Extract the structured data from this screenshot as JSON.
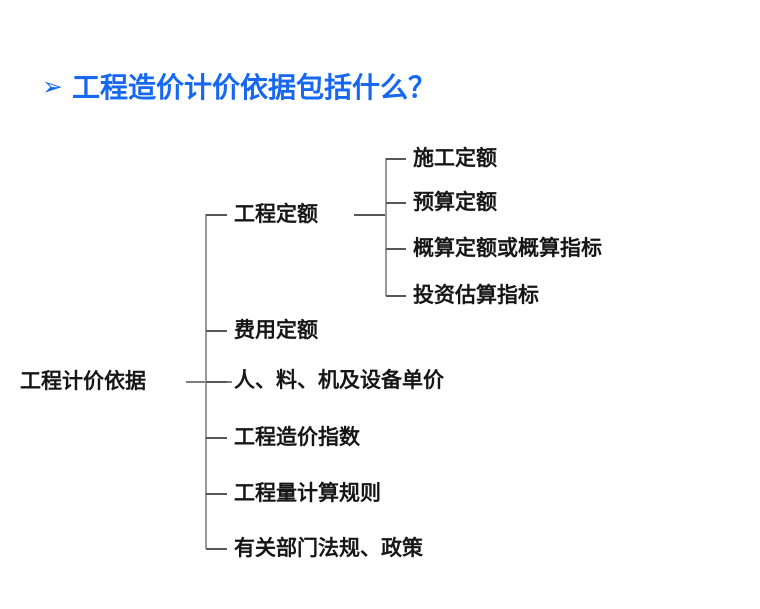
{
  "slide": {
    "background_color": "#ffffff",
    "accent_color": "#1668f0",
    "line_color": "#8d8d8d",
    "text_color": "#161616"
  },
  "title": {
    "bullet_icon": "arrow-right-bullet-icon",
    "bullet_glyph": "➢",
    "text": "工程造价计价依据包括什么？",
    "color": "#1668f0"
  },
  "diagram": {
    "type": "tree",
    "root": "工程计价依据",
    "branches": [
      {
        "label": "工程定额",
        "children": [
          "施工定额",
          "预算定额",
          "概算定额或概算指标",
          "投资估算指标"
        ]
      },
      {
        "label": "费用定额",
        "children": []
      },
      {
        "label": "人、料、机及设备单价",
        "children": []
      },
      {
        "label": "工程造价指数",
        "children": []
      },
      {
        "label": "工程量计算规则",
        "children": []
      },
      {
        "label": "有关部门法规、政策",
        "children": []
      }
    ]
  }
}
